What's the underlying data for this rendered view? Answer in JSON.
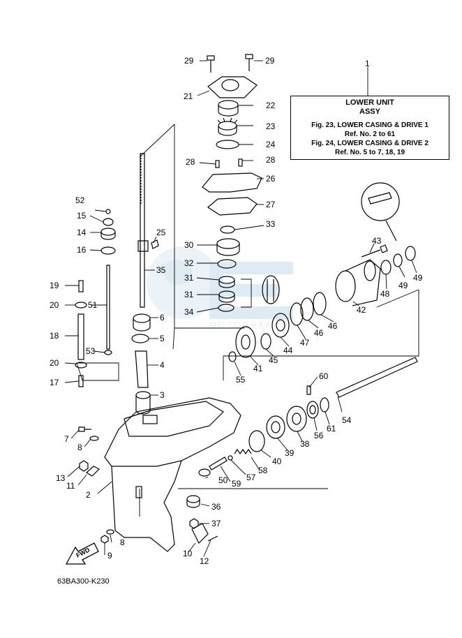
{
  "title_box": {
    "ref_number": "1",
    "line1": "LOWER UNIT",
    "line2": "ASSY",
    "notes": [
      "Fig. 23, LOWER CASING & DRIVE 1",
      "Ref. No. 2 to 61",
      "Fig. 24, LOWER CASING & DRIVE 2",
      "Ref. No. 5 to 7, 18, 19"
    ]
  },
  "diagram_code": "63BA300-K230",
  "direction_label": "FWD",
  "watermark": "MOTORPARTS",
  "part_numbers": [
    "2",
    "3",
    "4",
    "5",
    "6",
    "7",
    "8",
    "9",
    "10",
    "11",
    "12",
    "13",
    "14",
    "15",
    "16",
    "17",
    "18",
    "19",
    "20",
    "21",
    "22",
    "23",
    "24",
    "25",
    "26",
    "27",
    "28",
    "29",
    "30",
    "31",
    "32",
    "33",
    "34",
    "35",
    "36",
    "37",
    "38",
    "39",
    "40",
    "41",
    "42",
    "43",
    "44",
    "45",
    "46",
    "47",
    "48",
    "49",
    "50",
    "51",
    "52",
    "53",
    "54",
    "55",
    "56",
    "57",
    "58",
    "59",
    "60",
    "61"
  ]
}
